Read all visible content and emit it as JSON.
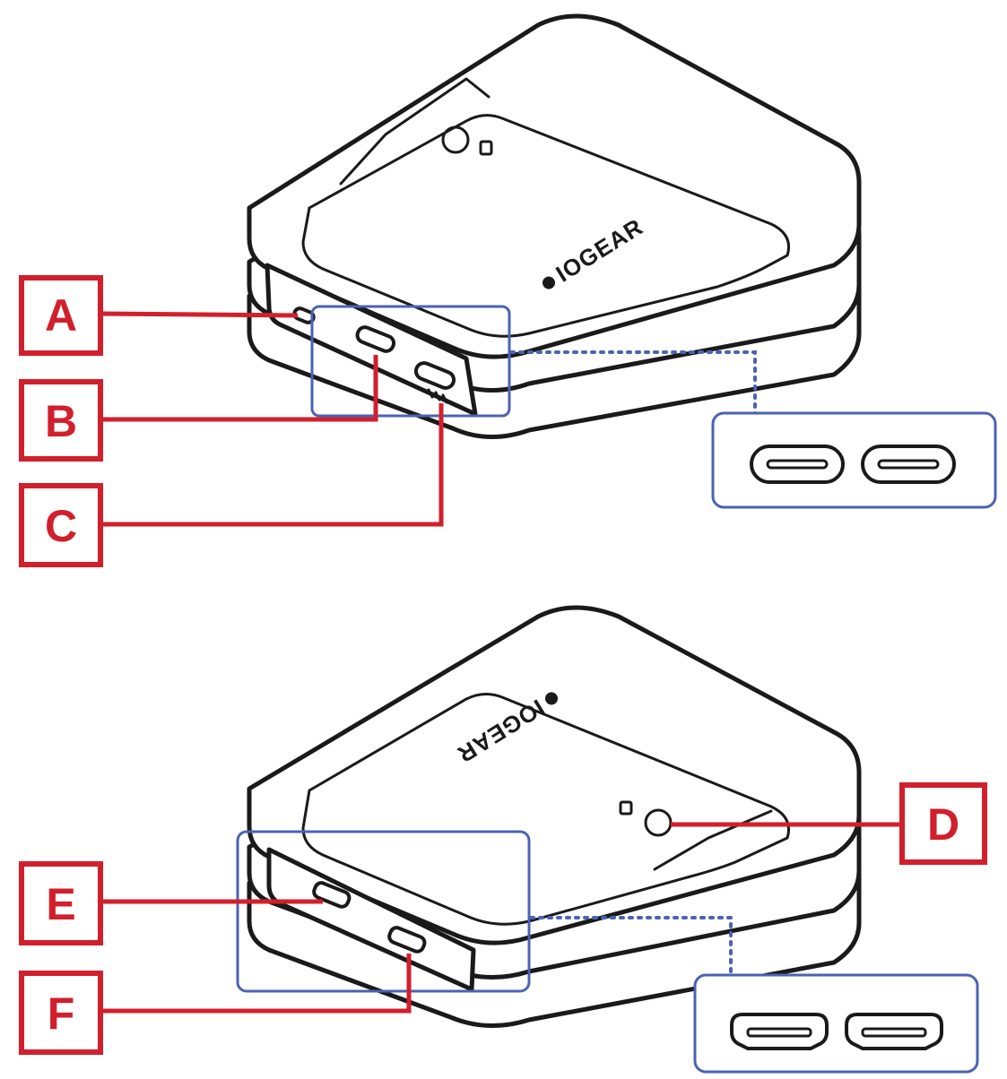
{
  "brand": {
    "name": "IOGEAR"
  },
  "callouts": {
    "a": "A",
    "b": "B",
    "c": "C",
    "d": "D",
    "e": "E",
    "f": "F"
  },
  "colors": {
    "callout": "#d21f2c",
    "zoom": "#4a63b3",
    "line_art": "#1a1a1a"
  },
  "icons": {
    "top_inset_ports": "usb-c-port-icon",
    "bottom_inset_ports": "hdmi-port-icon"
  }
}
